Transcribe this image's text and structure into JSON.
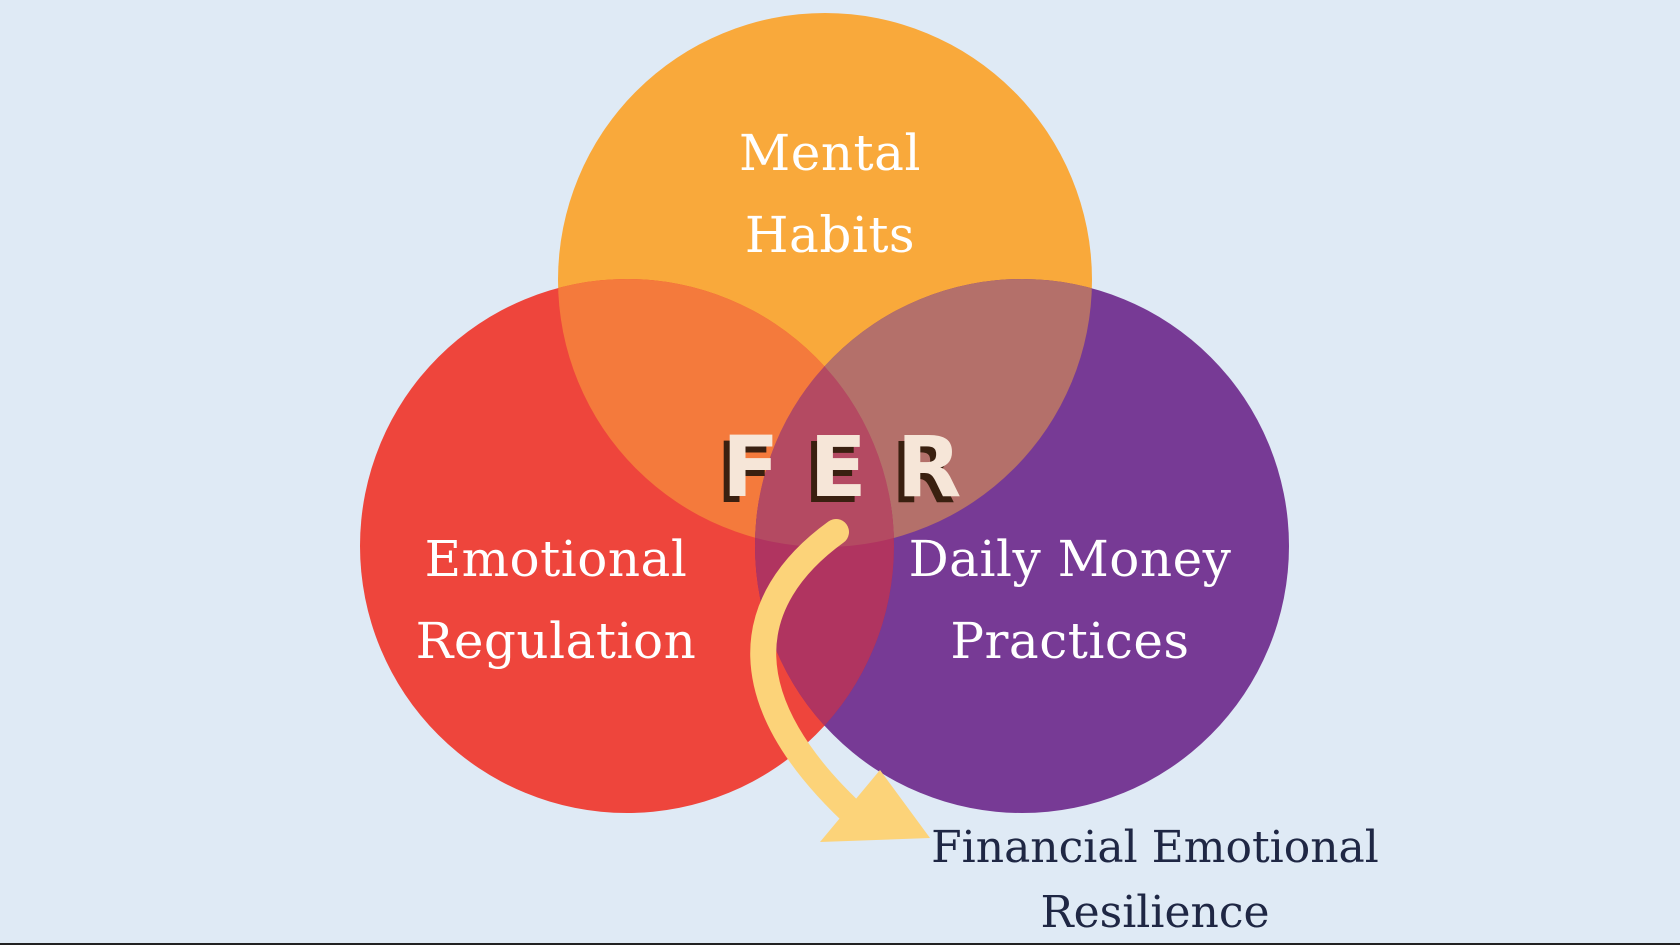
{
  "diagram": {
    "circles": [
      {
        "id": "mental",
        "line1": "Mental",
        "line2": "Habits",
        "color": "#f9a93b"
      },
      {
        "id": "emotional",
        "line1": "Emotional",
        "line2": "Regulation",
        "color": "#ee3f36"
      },
      {
        "id": "daily",
        "line1": "Daily Money",
        "line2": "Practices",
        "color": "#6e2a8c"
      }
    ],
    "center_label": "FER",
    "outcome": {
      "line1": "Financial Emotional",
      "line2": "Resilience"
    },
    "arrow_color": "#fcd379",
    "background": "#dfeaf5"
  }
}
